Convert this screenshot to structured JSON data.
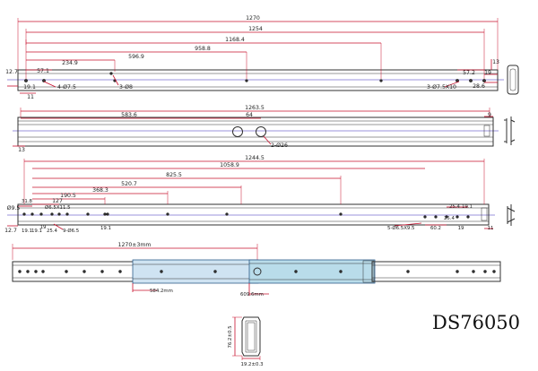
{
  "model_number": "DS76050",
  "view1": {
    "dims": {
      "d1270": "1270",
      "d1254": "1254",
      "d1168": "1168.4",
      "d958": "958.8",
      "d596": "596.9",
      "d234": "234.9",
      "d57a": "57.1",
      "d57b": "57.2",
      "d19a": "19",
      "d19b": "19.1",
      "d127": "12.7",
      "d13": "13",
      "d286": "28.6",
      "d11": "11"
    },
    "callouts": {
      "c1": "4-Ø7.5",
      "c2": "3-Ø8",
      "c3": "3-Ø7.5X10"
    }
  },
  "view2": {
    "dims": {
      "d12635": "1263.5",
      "d5836": "583.6",
      "d64": "64",
      "d9": "9",
      "d13": "13"
    },
    "callouts": {
      "c1": "2-Ø26"
    }
  },
  "view3": {
    "dims": {
      "d12445": "1244.5",
      "d10589": "1058.9",
      "d8255": "825.5",
      "d5207": "520.7",
      "d3683": "368.3",
      "d1905": "190.5",
      "d127b": "127",
      "d318": "31.8",
      "d95": "Ø9.5",
      "d127": "12.7",
      "d191a": "19.1",
      "d191b": "19.1",
      "d191c": "19.1",
      "d191d": "19.1",
      "d19": "19",
      "d254a": "25.4",
      "d254b": "25.4",
      "d254c": "25.4",
      "d602": "60.2",
      "d19c": "19",
      "d11": "11"
    },
    "callouts": {
      "c1": "Ø6.5X11.5",
      "c2": "9-Ø6.5",
      "c3": "5-Ø6.5X9.5"
    }
  },
  "view4": {
    "dims": {
      "total": "1270±3mm",
      "d584": "584.2mm",
      "d609": "609.6mm"
    }
  },
  "profile": {
    "height": "76.2±0.5",
    "width": "19.2±0.3"
  }
}
